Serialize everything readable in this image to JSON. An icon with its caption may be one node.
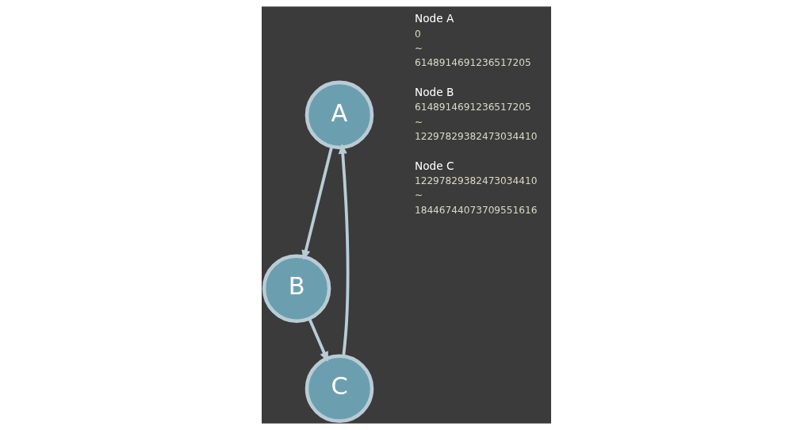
{
  "diagram": {
    "nodes": [
      {
        "text": [
          "A"
        ]
      },
      {
        "text": [
          "B"
        ]
      },
      {
        "text": [
          "C"
        ]
      }
    ],
    "edges": [
      {
        "from": 0,
        "to": 1,
        "arrow": "to"
      },
      {
        "from": 1,
        "to": 2,
        "arrow": "to"
      },
      {
        "from": 2,
        "to": 0,
        "arrow": "to"
      }
    ],
    "labels": [
      "Node A",
      "0",
      "~",
      "6148914691236517205",
      "Node B",
      "6148914691236517205",
      "~",
      "12297829382473034410",
      "Node C",
      "12297829382473034410",
      "~",
      "18446744073709551616"
    ]
  }
}
